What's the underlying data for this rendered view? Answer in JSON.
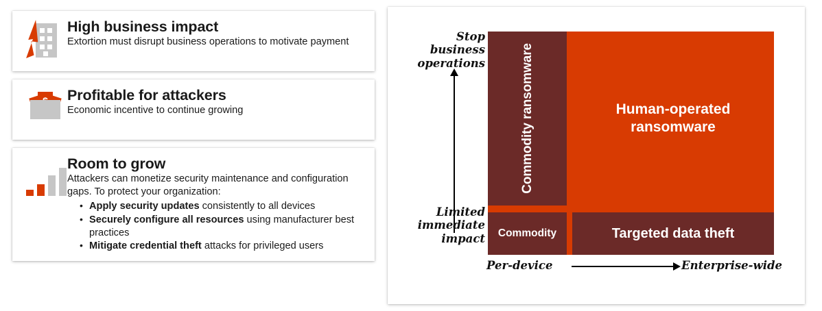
{
  "cards": [
    {
      "icon": "building-lightning-icon",
      "title": "High business impact",
      "subtitle": "Extortion must disrupt business operations to motivate payment"
    },
    {
      "icon": "envelope-money-icon",
      "title": "Profitable for attackers",
      "subtitle": "Economic incentive to continue growing"
    },
    {
      "icon": "bar-chart-growth-icon",
      "title": "Room to grow",
      "subtitle": "Attackers can monetize security maintenance and configuration gaps. To protect your organization:",
      "bullets": [
        {
          "bold": "Apply security updates",
          "rest": " consistently to all devices"
        },
        {
          "bold": "Securely configure all resources",
          "rest": " using manufacturer best practices"
        },
        {
          "bold": "Mitigate credential theft",
          "rest": " attacks for privileged users"
        }
      ]
    }
  ],
  "matrix": {
    "y_axis": {
      "top_label": "Stop\nbusiness\noperations",
      "bottom_label": "Limited\nimmediate\nimpact"
    },
    "x_axis": {
      "left_label": "Per-device",
      "right_label": "Enterprise-wide"
    },
    "quadrants": [
      {
        "id": "commodity-ransomware",
        "label": "Commodity\nransomware",
        "fill": "#6b2a28"
      },
      {
        "id": "human-operated",
        "label": "Human-operated ransomware",
        "fill": "#d83b02"
      },
      {
        "id": "commodity",
        "label": "Commodity",
        "fill": "#6b2a28"
      },
      {
        "id": "targeted-data-theft",
        "label": "Targeted data theft",
        "fill": "#6b2a28"
      }
    ]
  },
  "colors": {
    "orange": "#d83b02",
    "maroon": "#6b2a28",
    "grey": "#c6c6c6",
    "text": "#1a1a1a"
  },
  "money_symbols": {
    "left": "$",
    "center": "$",
    "right": "$"
  }
}
